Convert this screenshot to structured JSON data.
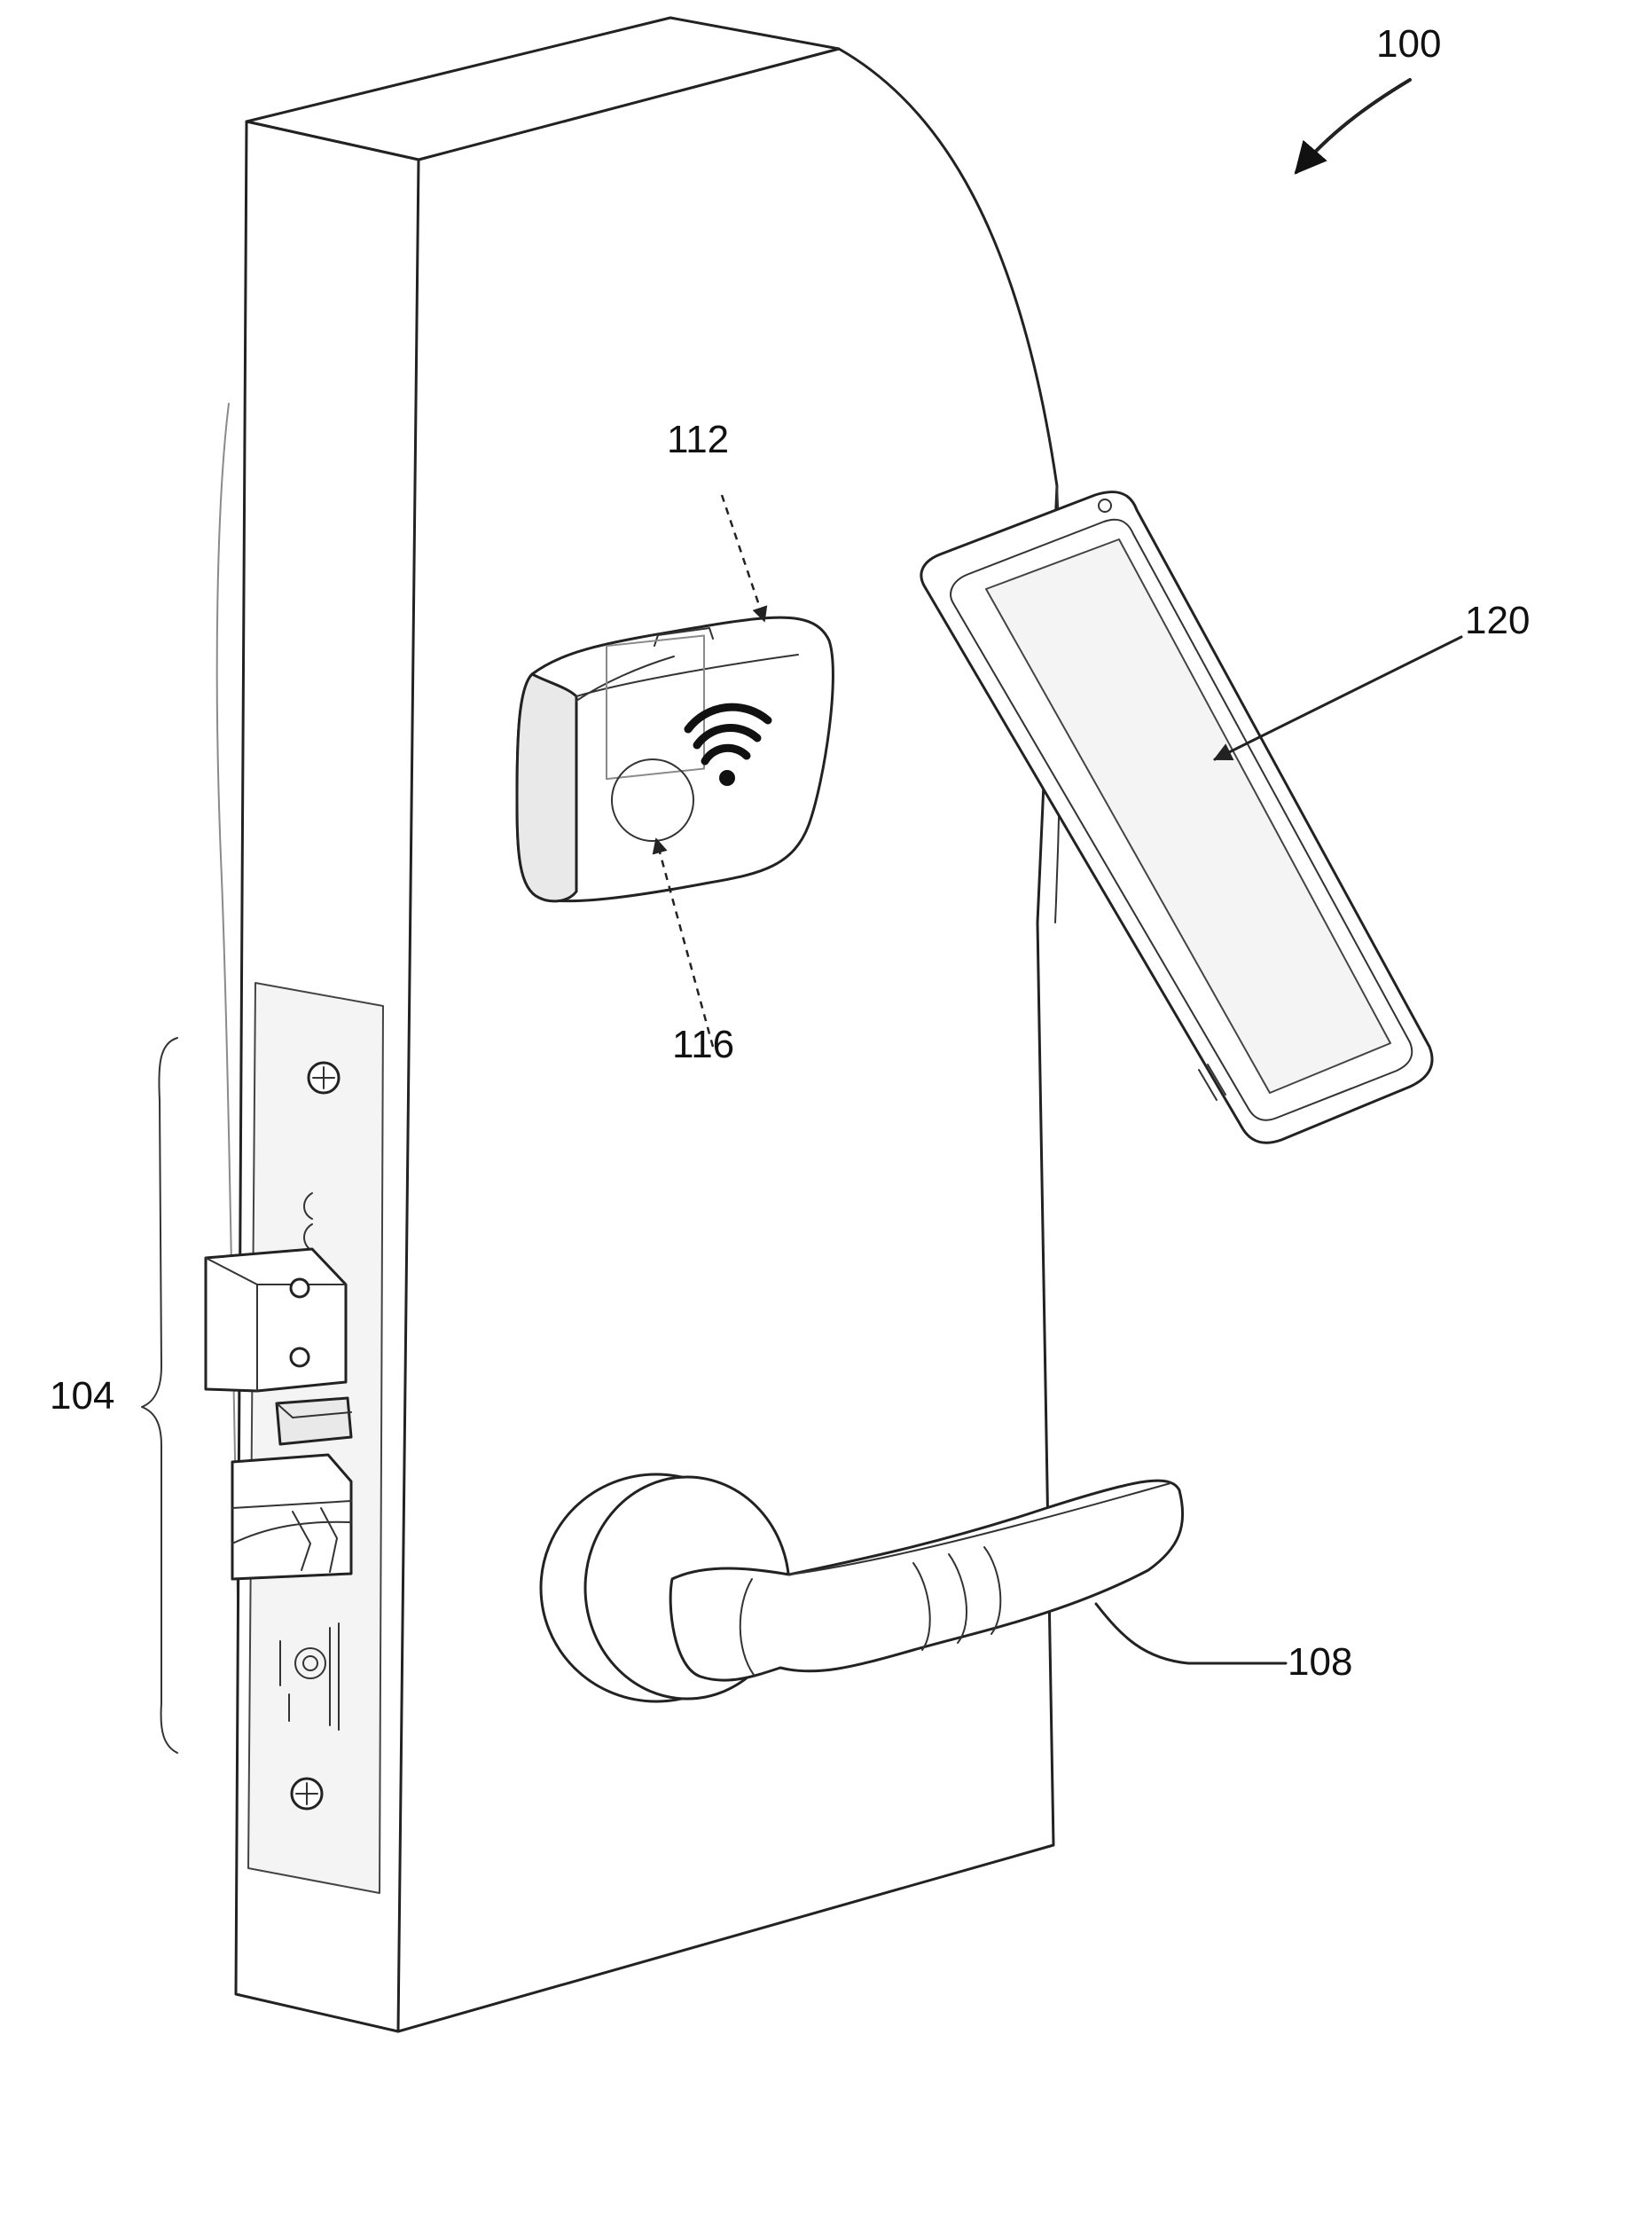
{
  "figure": {
    "labels": {
      "system": "100",
      "lock_assembly": "104",
      "lever_handle": "108",
      "reader": "112",
      "reader_antenna": "116",
      "mobile_device": "120"
    },
    "icons": {
      "wireless": "wifi-icon",
      "screw": "screw-icon"
    },
    "colors": {
      "line": "#222222",
      "background": "#ffffff",
      "shading": "#e9e9e9"
    }
  }
}
